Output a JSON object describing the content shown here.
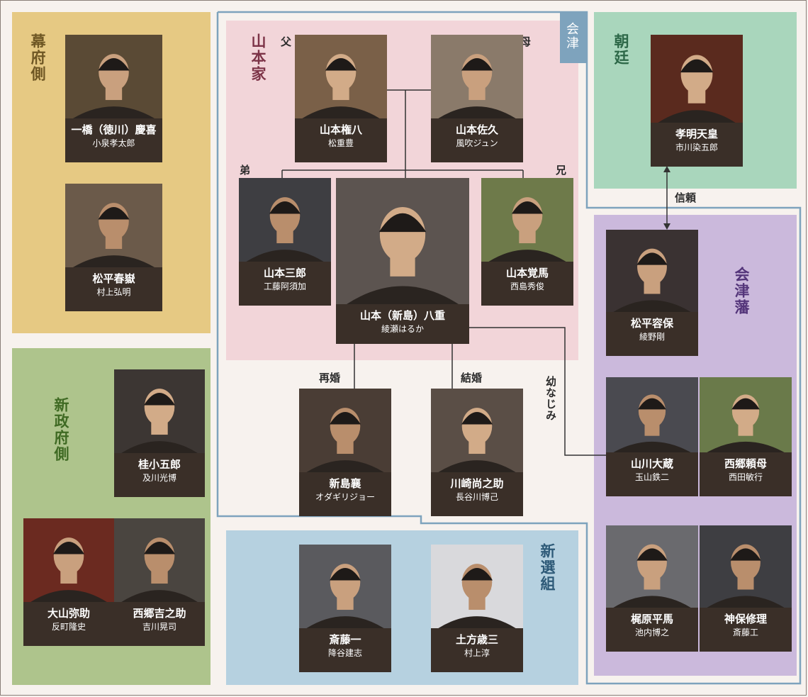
{
  "groups": {
    "bakufu": "幕府側",
    "shinseifu": "新政府側",
    "yamamoto": "山本家",
    "aizu_tag": "会津",
    "chotei": "朝廷",
    "aizuhan": "会津藩",
    "shinsengumi": "新選組"
  },
  "relations": {
    "father": "父",
    "mother": "母",
    "younger_brother": "弟",
    "older_brother": "兄",
    "remarriage": "再婚",
    "marriage": "結婚",
    "childhood_friend": "幼なじみ",
    "trust": "信頼"
  },
  "characters": {
    "yoshinobu": {
      "role": "一橋（徳川）慶喜",
      "actor": "小泉孝太郎"
    },
    "shungaku": {
      "role": "松平春嶽",
      "actor": "村上弘明"
    },
    "kogoro": {
      "role": "桂小五郎",
      "actor": "及川光博"
    },
    "yasuke": {
      "role": "大山弥助",
      "actor": "反町隆史"
    },
    "kichinosuke": {
      "role": "西郷吉之助",
      "actor": "吉川晃司"
    },
    "gonpachi": {
      "role": "山本権八",
      "actor": "松重豊"
    },
    "saku": {
      "role": "山本佐久",
      "actor": "風吹ジュン"
    },
    "saburo": {
      "role": "山本三郎",
      "actor": "工藤阿須加"
    },
    "yae": {
      "role": "山本（新島）八重",
      "actor": "綾瀬はるか"
    },
    "kakuma": {
      "role": "山本覚馬",
      "actor": "西島秀俊"
    },
    "jo": {
      "role": "新島襄",
      "actor": "オダギリジョー"
    },
    "shonosuke": {
      "role": "川崎尚之助",
      "actor": "長谷川博己"
    },
    "hajime": {
      "role": "斎藤一",
      "actor": "降谷建志"
    },
    "toshizo": {
      "role": "土方歳三",
      "actor": "村上淳"
    },
    "komei": {
      "role": "孝明天皇",
      "actor": "市川染五郎"
    },
    "katamori": {
      "role": "松平容保",
      "actor": "綾野剛"
    },
    "okura": {
      "role": "山川大蔵",
      "actor": "玉山鉄二"
    },
    "tanomo": {
      "role": "西郷頼母",
      "actor": "西田敏行"
    },
    "heima": {
      "role": "梶原平馬",
      "actor": "池内博之"
    },
    "shuri": {
      "role": "神保修理",
      "actor": "斎藤工"
    }
  },
  "colors": {
    "bakufu_bg": "#e6c983",
    "shinseifu_bg": "#aec48c",
    "yamamoto_bg": "#f2d5d9",
    "chotei_bg": "#a9d6bc",
    "aizuhan_bg": "#cbb9dc",
    "shinsengumi_bg": "#b6d1e0",
    "aizu_border": "#7ea3bd",
    "card_bg": "#3a2f28"
  }
}
